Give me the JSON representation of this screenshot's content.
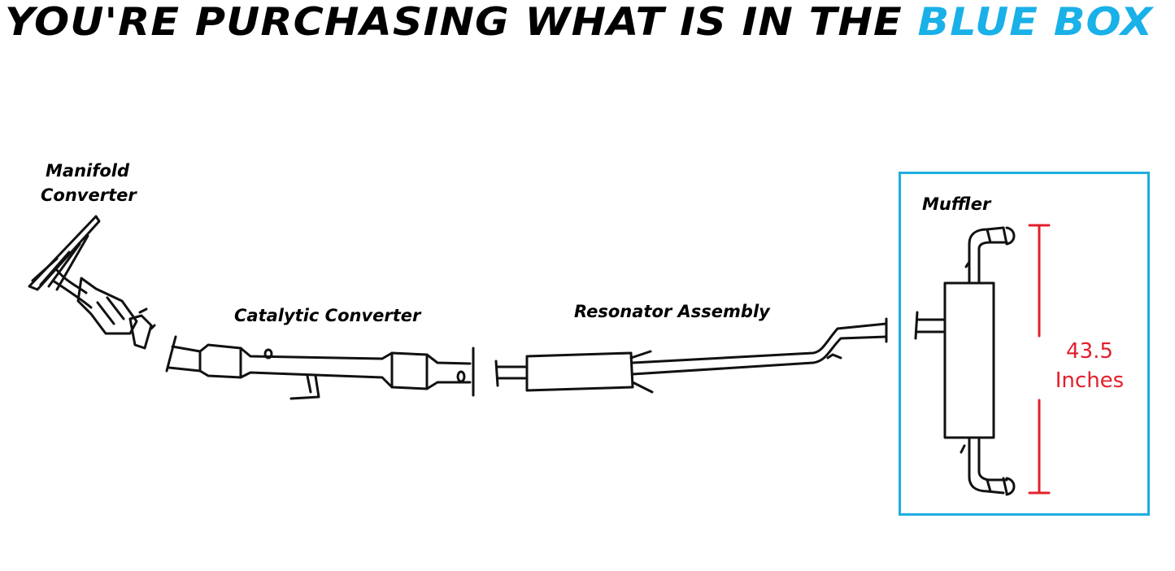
{
  "headline": {
    "text_main": "YOU'RE PURCHASING WHAT IS IN THE ",
    "text_highlight": "BLUE BOX",
    "highlight_color": "#1ab0e8"
  },
  "parts": {
    "manifold_line1": "Manifold",
    "manifold_line2": "Converter",
    "catalytic": "Catalytic Converter",
    "resonator": "Resonator Assembly",
    "muffler": "Muffler"
  },
  "measurement": {
    "value": "43.5",
    "unit": "Inches",
    "color": "#e3202b"
  },
  "highlight_box_color": "#1eaee0"
}
